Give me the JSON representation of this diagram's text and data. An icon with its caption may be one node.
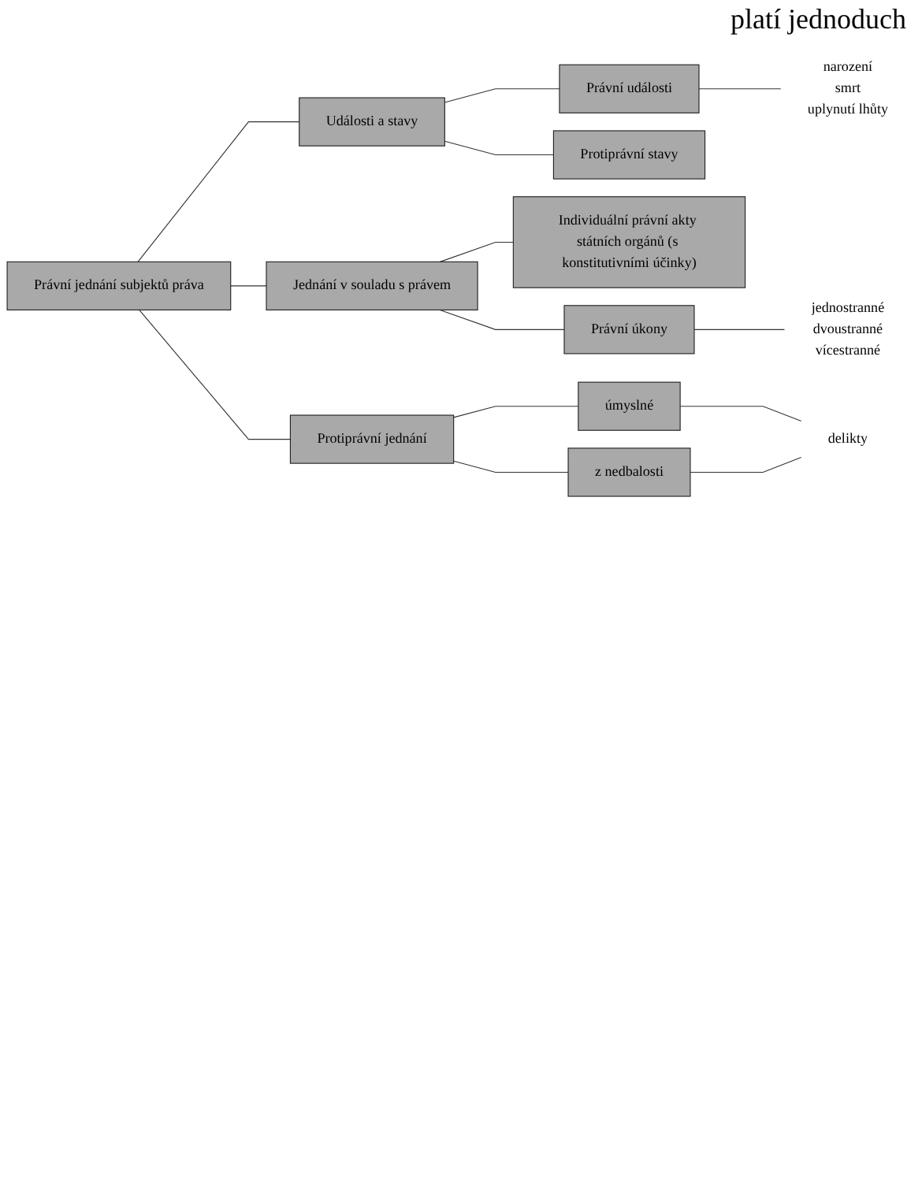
{
  "diagram": {
    "nodes": [
      {
        "text": [
          "Právní jednání subjektů práva"
        ]
      },
      {
        "text": [
          "Jednání v souladu s právem"
        ]
      },
      {
        "text": [
          "Individuální právní akty státních orgánů (s konstitutivními účinky)"
        ]
      },
      {
        "text": [
          "Právní úkony"
        ]
      },
      {
        "text": [
          "jednostranné",
          "dvoustranné",
          "vícestranné"
        ]
      },
      {
        "text": [
          "Protiprávní jednání"
        ]
      },
      {
        "text": [
          "úmyslné"
        ]
      },
      {
        "text": [
          "z nedbalosti"
        ]
      },
      {
        "text": [
          "delikty"
        ]
      },
      {
        "text": [
          "Události a stavy"
        ]
      },
      {
        "text": [
          "Právní události"
        ]
      },
      {
        "text": [
          "narození",
          "smrt",
          "uplynutí lhůty"
        ]
      },
      {
        "text": [
          "Protiprávní stavy"
        ]
      }
    ],
    "edges": [
      {
        "from": 0,
        "to": 9,
        "arrow": "none"
      },
      {
        "from": 0,
        "to": 1,
        "arrow": "none"
      },
      {
        "from": 0,
        "to": 5,
        "arrow": "none"
      },
      {
        "from": 1,
        "to": 2,
        "arrow": "none"
      },
      {
        "from": 1,
        "to": 3,
        "arrow": "none"
      },
      {
        "from": 3,
        "to": 4,
        "arrow": "none"
      },
      {
        "from": 5,
        "to": 6,
        "arrow": "none"
      },
      {
        "from": 5,
        "to": 7,
        "arrow": "none"
      },
      {
        "from": 6,
        "to": 8,
        "arrow": "none"
      },
      {
        "from": 7,
        "to": 8,
        "arrow": "none"
      },
      {
        "from": 9,
        "to": 10,
        "arrow": "none"
      },
      {
        "from": 10,
        "to": 11,
        "arrow": "none"
      },
      {
        "from": 9,
        "to": 12,
        "arrow": "none"
      }
    ],
    "labels": [
      "platí jednoduch"
    ]
  }
}
